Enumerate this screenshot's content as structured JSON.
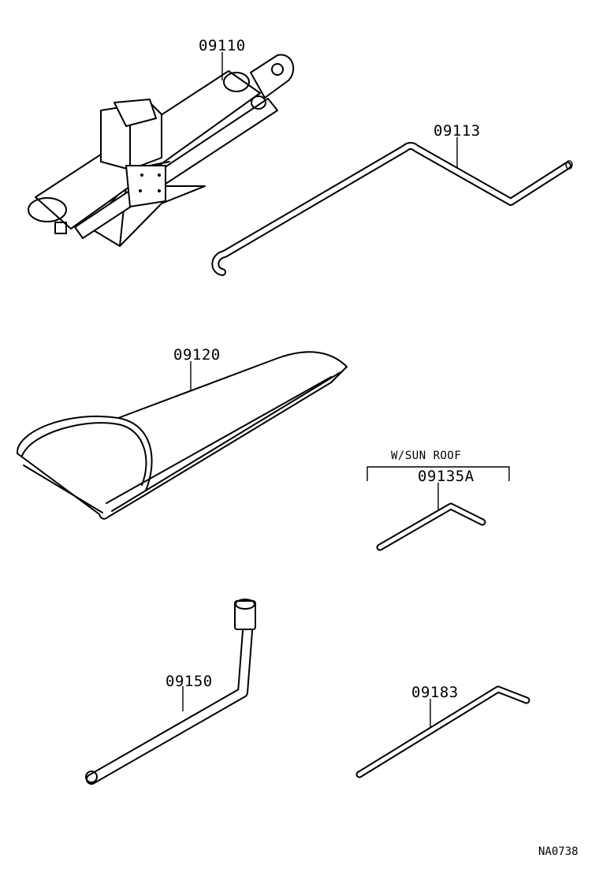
{
  "parts": {
    "jack": {
      "number": "09110"
    },
    "jack_handle": {
      "number": "09113"
    },
    "tool_bag": {
      "number": "09120"
    },
    "sunroof_wrench": {
      "number": "09135A",
      "condition": "W/SUN ROOF"
    },
    "lug_wrench": {
      "number": "09150"
    },
    "wheel_cap_remover": {
      "number": "09183"
    }
  },
  "reference_code": "NA0738"
}
